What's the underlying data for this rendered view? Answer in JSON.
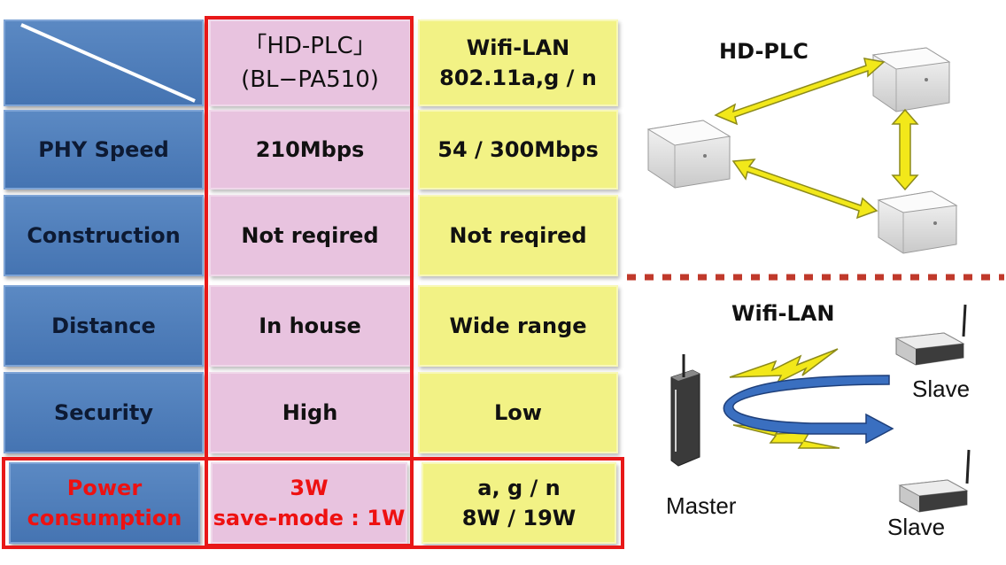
{
  "table": {
    "header": {
      "hdplc": "「HD-PLC」\n(BL−PA510)",
      "wifi": "Wifi-LAN\n802.11a,g / n"
    },
    "rows": [
      {
        "label": "PHY Speed",
        "hdplc": "210Mbps",
        "wifi": "54 / 300Mbps"
      },
      {
        "label": "Construction",
        "hdplc": "Not reqired",
        "wifi": "Not reqired"
      },
      {
        "label": "Distance",
        "hdplc": "In house",
        "wifi": "Wide range"
      },
      {
        "label": "Security",
        "hdplc": "High",
        "wifi": "Low"
      },
      {
        "label": "Power\nconsumption",
        "hdplc": "3W\nsave-mode : 1W",
        "wifi": "a, g   /  n\n8W / 19W"
      }
    ]
  },
  "diagram": {
    "hdplc_title": "HD-PLC",
    "wifi_title": "Wifi-LAN",
    "master_label": "Master",
    "slave_top_label": "Slave",
    "slave_bottom_label": "Slave"
  },
  "colors": {
    "label_cell": "#4a78b5",
    "hdplc_cell": "#e8c3df",
    "wifi_cell": "#f2f285",
    "highlight": "#e81818",
    "arrow_yellow": "#f2e81a",
    "arrow_blue": "#3a6fc0"
  }
}
